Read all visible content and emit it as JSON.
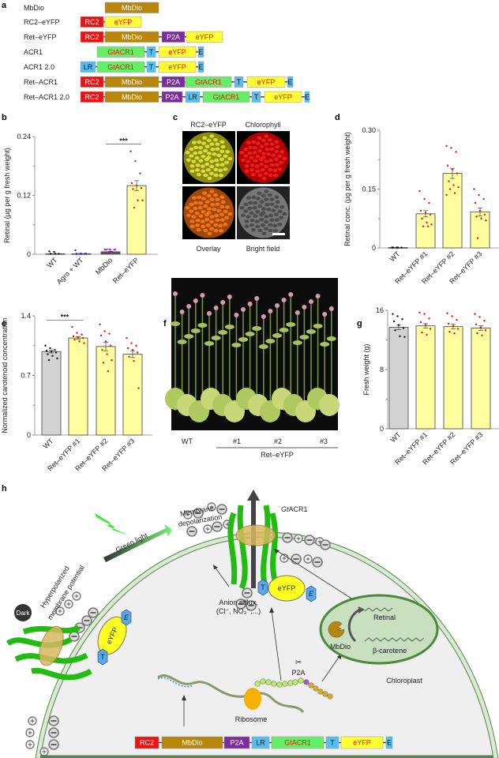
{
  "panel_labels": {
    "a": "a",
    "b": "b",
    "c": "c",
    "d": "d",
    "e": "e",
    "f": "f",
    "g": "g",
    "h": "h"
  },
  "panel_a": {
    "rows": [
      {
        "name": "MbDio",
        "segments": [
          {
            "label": "MbDio",
            "color": "#b8860b"
          }
        ]
      },
      {
        "name": "RC2–eYFP",
        "segments": [
          {
            "label": "RC2",
            "color": "#ee1111"
          },
          {
            "label": "eYFP",
            "color": "#ffff33"
          }
        ]
      },
      {
        "name": "Ret–eYFP",
        "segments": [
          {
            "label": "RC2",
            "color": "#ee1111"
          },
          {
            "label": "MbDio",
            "color": "#b8860b"
          },
          {
            "label": "P2A",
            "color": "#7b2d9b"
          },
          {
            "label": "eYFP",
            "color": "#ffff33"
          }
        ]
      },
      {
        "name": "ACR1",
        "segments": [
          {
            "label": "GtACR1",
            "color": "#66ee66"
          },
          {
            "label": "T",
            "color": "#55c0f0"
          },
          {
            "label": "eYFP",
            "color": "#ffff33"
          },
          {
            "label": "E",
            "color": "#55c0f0"
          }
        ]
      },
      {
        "name": "ACR1 2.0",
        "segments": [
          {
            "label": "LR",
            "color": "#55c0f0"
          },
          {
            "label": "GtACR1",
            "color": "#66ee66"
          },
          {
            "label": "T",
            "color": "#55c0f0"
          },
          {
            "label": "eYFP",
            "color": "#ffff33"
          },
          {
            "label": "E",
            "color": "#55c0f0"
          }
        ]
      },
      {
        "name": "Ret–ACR1",
        "segments": [
          {
            "label": "RC2",
            "color": "#ee1111"
          },
          {
            "label": "MbDio",
            "color": "#b8860b"
          },
          {
            "label": "P2A",
            "color": "#7b2d9b"
          },
          {
            "label": "GtACR1",
            "color": "#66ee66"
          },
          {
            "label": "T",
            "color": "#55c0f0"
          },
          {
            "label": "eYFP",
            "color": "#ffff33"
          },
          {
            "label": "E",
            "color": "#55c0f0"
          }
        ]
      },
      {
        "name": "Ret–ACR1 2.0",
        "segments": [
          {
            "label": "RC2",
            "color": "#ee1111"
          },
          {
            "label": "MbDio",
            "color": "#b8860b"
          },
          {
            "label": "P2A",
            "color": "#7b2d9b"
          },
          {
            "label": "LR",
            "color": "#55c0f0"
          },
          {
            "label": "GtACR1",
            "color": "#66ee66"
          },
          {
            "label": "T",
            "color": "#55c0f0"
          },
          {
            "label": "eYFP",
            "color": "#ffff33"
          },
          {
            "label": "E",
            "color": "#55c0f0"
          }
        ]
      }
    ]
  },
  "panel_c": {
    "titles": [
      "RC2–eYFP",
      "Chlorophyll",
      "Overlay",
      "Bright field"
    ]
  },
  "panel_f": {
    "labels": [
      "WT",
      "#1",
      "#2",
      "#3"
    ],
    "group_label": "Ret–eYFP"
  },
  "chart_data": [
    {
      "id": "b",
      "type": "bar",
      "ylabel": "Retinal (µg per g fresh weight)",
      "ylim": [
        0,
        0.24
      ],
      "yticks": [
        "0",
        "0.12",
        "0.24"
      ],
      "ytick_values": [
        0,
        0.12,
        0.24
      ],
      "categories": [
        "WT",
        "Agro + WT",
        "MbDio",
        "Ret–eYFP"
      ],
      "values": [
        0.001,
        0.001,
        0.005,
        0.14
      ],
      "sem": [
        0.0005,
        0.0005,
        0.001,
        0.01
      ],
      "bar_colors": [
        "#555555",
        "#555555",
        "#555555",
        "#ffffa0"
      ],
      "point_colors": [
        "#111111",
        "#2222dd",
        "#b030d0",
        "#ee1111"
      ],
      "points": [
        [
          0.006,
          0.005,
          0.001,
          0.001,
          0.001
        ],
        [
          0.008,
          0.001,
          0.001,
          0.001,
          0.001,
          0.001
        ],
        [
          0.01,
          0.01,
          0.009,
          0.009,
          0.009,
          0.01,
          0.01,
          0.002
        ],
        [
          0.21,
          0.19,
          0.165,
          0.145,
          0.14,
          0.135,
          0.133,
          0.11,
          0.11,
          0.095
        ]
      ],
      "significance": {
        "between": [
          2,
          3
        ],
        "label": "***",
        "y": 0.225
      }
    },
    {
      "id": "d",
      "type": "bar",
      "ylabel": "Retinal conc. (µg per g fresh weight)",
      "ylim": [
        0,
        0.3
      ],
      "yticks": [
        "0",
        "0.15",
        "0.30"
      ],
      "ytick_values": [
        0,
        0.15,
        0.3
      ],
      "categories": [
        "WT",
        "Ret–eYFP #1",
        "Ret–eYFP #2",
        "Ret–eYFP #3"
      ],
      "values": [
        0.001,
        0.087,
        0.19,
        0.092
      ],
      "sem": [
        0.0005,
        0.008,
        0.013,
        0.01
      ],
      "bar_colors": [
        "#555555",
        "#ffffa0",
        "#ffffa0",
        "#ffffa0"
      ],
      "point_colors": [
        "#111111",
        "#ee1111",
        "#ee1111",
        "#ee1111"
      ],
      "points": [
        [
          0.001,
          0.001,
          0.001,
          0.001,
          0.001
        ],
        [
          0.145,
          0.125,
          0.115,
          0.095,
          0.09,
          0.085,
          0.075,
          0.065,
          0.06,
          0.055,
          0.055
        ],
        [
          0.26,
          0.255,
          0.245,
          0.21,
          0.2,
          0.19,
          0.17,
          0.16,
          0.155,
          0.15,
          0.14,
          0.135
        ],
        [
          0.15,
          0.135,
          0.125,
          0.115,
          0.095,
          0.085,
          0.08,
          0.075,
          0.07,
          0.025
        ]
      ]
    },
    {
      "id": "e",
      "type": "bar",
      "ylabel": "Normalized carotenoid concentration",
      "ylim": [
        0,
        1.4
      ],
      "yticks": [
        "0",
        "0.7",
        "1.4"
      ],
      "ytick_values": [
        0,
        0.7,
        1.4
      ],
      "categories": [
        "WT",
        "Ret–eYFP #1",
        "Ret–eYFP #2",
        "Ret–eYFP #3"
      ],
      "values": [
        0.98,
        1.14,
        1.04,
        0.95
      ],
      "sem": [
        0.015,
        0.015,
        0.05,
        0.04
      ],
      "bar_colors": [
        "#d3d3d3",
        "#ffffa0",
        "#ffffa0",
        "#ffffa0"
      ],
      "point_colors": [
        "#111111",
        "#ee1111",
        "#ee1111",
        "#ee1111"
      ],
      "points": [
        [
          1.05,
          1.02,
          1.0,
          0.99,
          0.98,
          0.97,
          0.95,
          0.93,
          0.9,
          0.88
        ],
        [
          1.27,
          1.2,
          1.18,
          1.16,
          1.15,
          1.14,
          1.12,
          1.1,
          1.08
        ],
        [
          1.3,
          1.22,
          1.19,
          1.17,
          1.1,
          1.05,
          1.0,
          0.95,
          0.88,
          0.85,
          0.75
        ],
        [
          1.14,
          1.08,
          1.05,
          1.02,
          1.0,
          0.97,
          0.92,
          0.87,
          0.55
        ]
      ],
      "significance": {
        "between": [
          0,
          1
        ],
        "label": "***",
        "y": 1.35
      }
    },
    {
      "id": "g",
      "type": "bar",
      "ylabel": "Fresh weight (g)",
      "ylim": [
        0,
        16
      ],
      "yticks": [
        "0",
        "8",
        "16"
      ],
      "ytick_values": [
        0,
        8,
        16
      ],
      "categories": [
        "WT",
        "Ret–eYFP #1",
        "Ret–eYFP #2",
        "Ret–eYFP #3"
      ],
      "values": [
        13.7,
        13.9,
        13.8,
        13.6
      ],
      "sem": [
        0.3,
        0.3,
        0.3,
        0.3
      ],
      "bar_colors": [
        "#d3d3d3",
        "#ffffa0",
        "#ffffa0",
        "#ffffa0"
      ],
      "point_colors": [
        "#111111",
        "#ee1111",
        "#ee1111",
        "#ee1111"
      ],
      "points": [
        [
          15.5,
          15.2,
          14.8,
          14.5,
          14,
          13.6,
          13.3,
          12.5,
          12.4
        ],
        [
          15.7,
          15.5,
          14.9,
          14.4,
          14,
          13.5,
          13,
          12.7
        ],
        [
          15.6,
          15.2,
          14.7,
          14.2,
          13.9,
          13.5,
          13.1,
          12.9
        ],
        [
          15.5,
          15.1,
          14.6,
          14.1,
          13.7,
          13.3,
          12.9,
          12.6
        ]
      ]
    }
  ],
  "panel_h": {
    "green_light": "Green light",
    "depolarization": [
      "Membrane",
      "depolarization"
    ],
    "gtacr1_prefix": "Gt",
    "gtacr1_suffix": "ACR1",
    "dark": "Dark",
    "hyperpolarized": [
      "Hyperpolarized",
      "membrane potential"
    ],
    "eyfp": "eYFP",
    "t": "T",
    "e": "E",
    "anion_efflux": [
      "Anion efflux,",
      "(Cl⁻, NO₃⁻,...)"
    ],
    "retinal": "Retinal",
    "beta_carotene": "β-carotene",
    "mbdio": "MbDio",
    "chloroplast": "Chloroplast",
    "p2a": "P2A",
    "ribosome": "Ribosome",
    "construct": [
      {
        "label": "RC2",
        "color": "#ee1111"
      },
      {
        "label": "MbDio",
        "color": "#b8860b"
      },
      {
        "label": "P2A",
        "color": "#7b2d9b"
      },
      {
        "label": "LR",
        "color": "#55c0f0"
      },
      {
        "label": "GtACR1",
        "color": "#66ee66"
      },
      {
        "label": "T",
        "color": "#55c0f0"
      },
      {
        "label": "eYFP",
        "color": "#ffff33"
      },
      {
        "label": "E",
        "color": "#55c0f0"
      }
    ]
  }
}
